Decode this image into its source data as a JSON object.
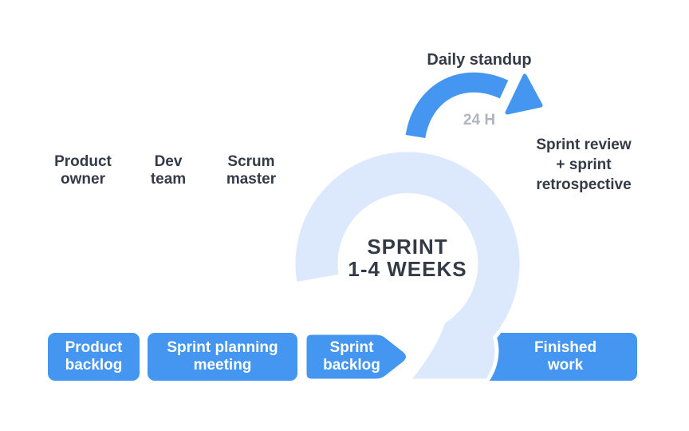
{
  "colors": {
    "accent_blue": "#4496F0",
    "ring_light_blue": "#DCE9FC",
    "text_dark": "#343B47",
    "muted_gray": "#AFB4BD",
    "box_text_white": "#FFFFFF"
  },
  "cycle": {
    "daily_standup": "Daily standup",
    "duration": "24 H",
    "review": "Sprint review\n+ sprint\nretrospective",
    "center": "SPRINT\n1-4 WEEKS"
  },
  "roles": [
    {
      "label": "Product\nowner"
    },
    {
      "label": "Dev\nteam"
    },
    {
      "label": "Scrum\nmaster"
    }
  ],
  "stages": [
    {
      "label": "Product\nbacklog"
    },
    {
      "label": "Sprint planning\nmeeting"
    },
    {
      "label": "Sprint\nbacklog"
    },
    {
      "label": "Finished\nwork"
    }
  ],
  "shapes": {
    "sprint_cycle_ring": "open circular arrow band",
    "daily_standup_arrow": "curved arrow, 24 hour loop"
  }
}
